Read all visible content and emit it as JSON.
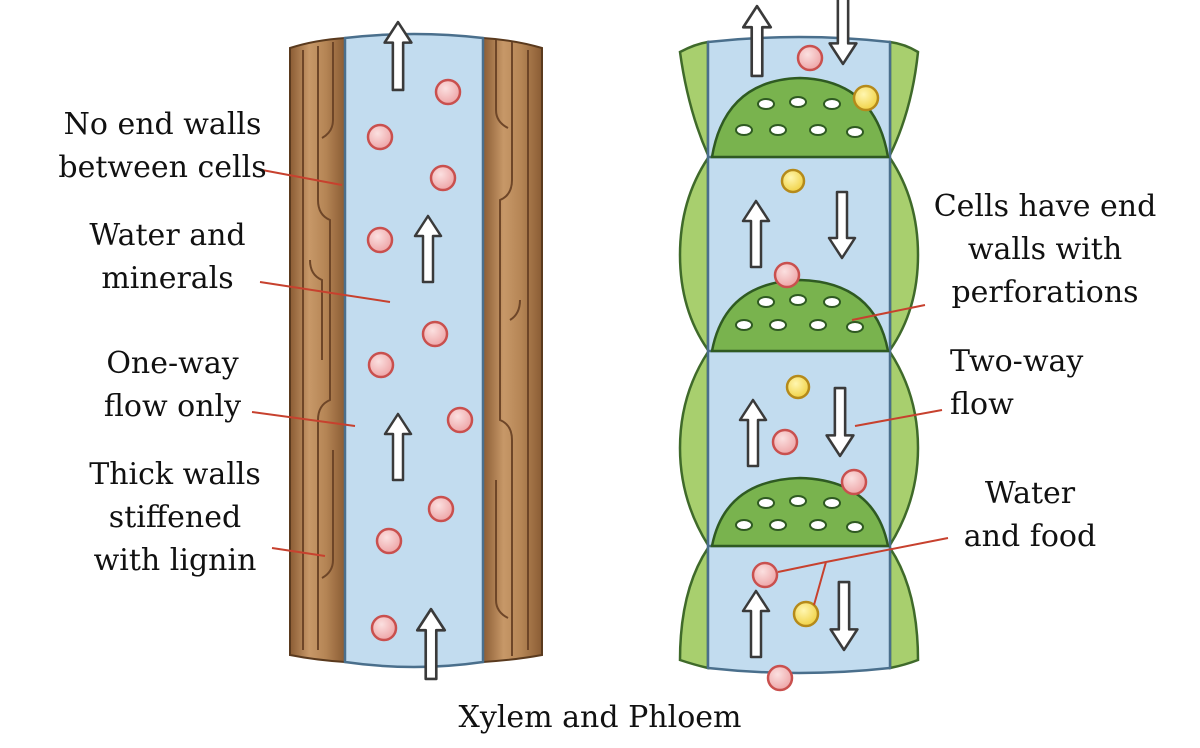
{
  "caption": "Xylem and Phloem",
  "xylem": {
    "labels": [
      {
        "line1": "No end walls",
        "line2": "between cells"
      },
      {
        "line1": "Water and",
        "line2": "minerals"
      },
      {
        "line1": "One-way",
        "line2": "flow only"
      },
      {
        "line1": "Thick walls",
        "line2": "stiffened",
        "line3": "with lignin"
      }
    ]
  },
  "phloem": {
    "labels": [
      {
        "line1": "Cells have end",
        "line2": "walls with",
        "line3": "perforations"
      },
      {
        "line1": "Two-way",
        "line2": "flow"
      },
      {
        "line1": "Water",
        "line2": "and food"
      }
    ]
  },
  "colors": {
    "lumen": "#c2dcef",
    "lumen_edge": "#4a6f8c",
    "wood": "#b98a5a",
    "wood_dark": "#7a5230",
    "sieve_plate": "#79b34e",
    "companion": "#a8cf6e",
    "pink_particle": "#f2b5b6",
    "yellow_particle": "#f6df62",
    "leader_line": "#c7412e"
  }
}
